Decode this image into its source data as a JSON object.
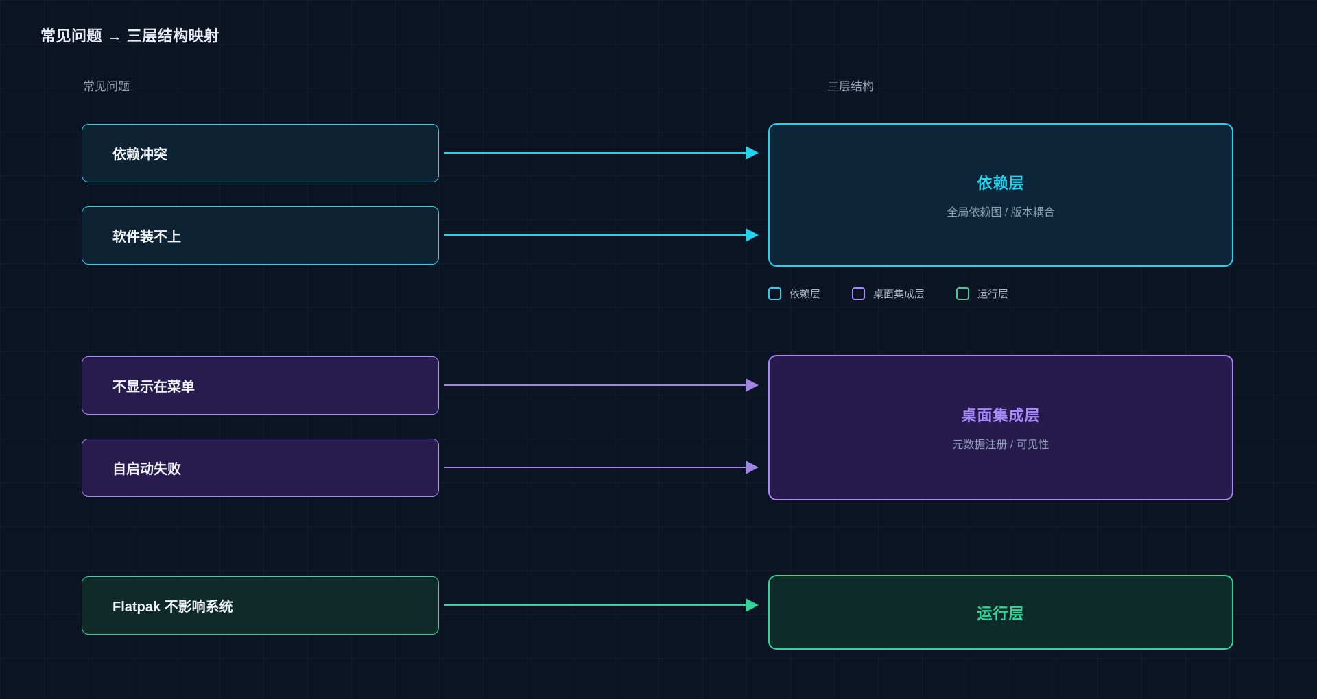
{
  "title": "常见问题 → 三层结构映射",
  "columns": {
    "left_label": "常见问题",
    "right_label": "三层结构"
  },
  "colors": {
    "cyan": "#22d3ee",
    "purple": "#a78bfa",
    "green": "#34d399",
    "background": "#0c1322"
  },
  "problems": [
    {
      "label": "依赖冲突",
      "layer": "依赖层",
      "color": "#22d3ee"
    },
    {
      "label": "软件装不上",
      "layer": "依赖层",
      "color": "#22d3ee"
    },
    {
      "label": "不显示在菜单",
      "layer": "桌面集成层",
      "color": "#a78bfa"
    },
    {
      "label": "自启动失败",
      "layer": "桌面集成层",
      "color": "#a78bfa"
    },
    {
      "label": "Flatpak 不影响系统",
      "layer": "运行层",
      "color": "#34d399"
    }
  ],
  "layers": [
    {
      "title": "依赖层",
      "subtitle": "全局依赖图 / 版本耦合",
      "color": "#22d3ee"
    },
    {
      "title": "桌面集成层",
      "subtitle": "元数据注册 / 可见性",
      "color": "#a78bfa"
    },
    {
      "title": "运行层",
      "subtitle": "",
      "color": "#34d399"
    }
  ],
  "legend": [
    {
      "label": "依赖层",
      "color": "#22d3ee"
    },
    {
      "label": "桌面集成层",
      "color": "#a78bfa"
    },
    {
      "label": "运行层",
      "color": "#34d399"
    }
  ],
  "arrows": [
    {
      "from": "依赖冲突",
      "to": "依赖层"
    },
    {
      "from": "软件装不上",
      "to": "依赖层"
    },
    {
      "from": "不显示在菜单",
      "to": "桌面集成层"
    },
    {
      "from": "自启动失败",
      "to": "桌面集成层"
    },
    {
      "from": "Flatpak 不影响系统",
      "to": "运行层"
    }
  ]
}
